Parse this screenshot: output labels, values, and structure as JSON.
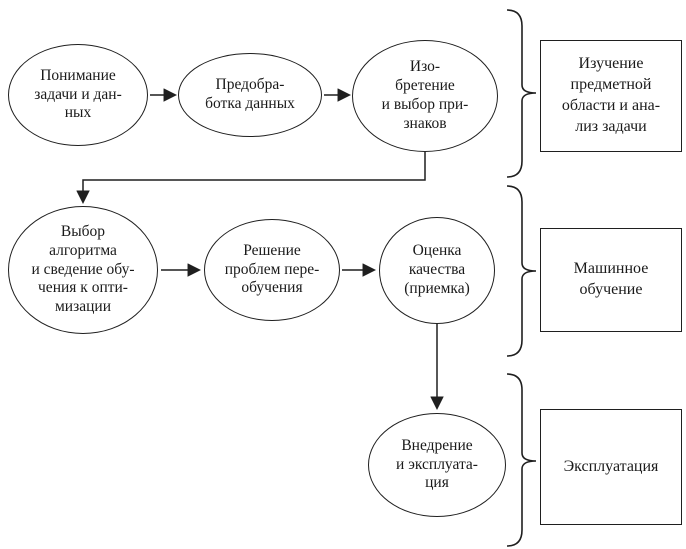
{
  "colors": {
    "ink": "#1a1a1a",
    "background": "#ffffff"
  },
  "nodes": {
    "understanding": "Понимание\nзадачи и дан-\nных",
    "preprocessing": "Предобра-\nботка данных",
    "feature_engineering": "Изо-\nбретение\nи выбор при-\nзнаков",
    "algorithm_selection": "Выбор\nалгоритма\nи сведение обу-\nчения к опти-\nмизации",
    "overfitting": "Решение\nпроблем пере-\nобучения",
    "quality_assessment": "Оценка\nкачества\n(приемка)",
    "deployment": "Внедрение\nи эксплуата-\nция"
  },
  "stages": {
    "domain_analysis": "Изучение\nпредметной\nобласти и ана-\nлиз задачи",
    "machine_learning": "Машинное\nобучение",
    "operation": "Эксплуатация"
  }
}
